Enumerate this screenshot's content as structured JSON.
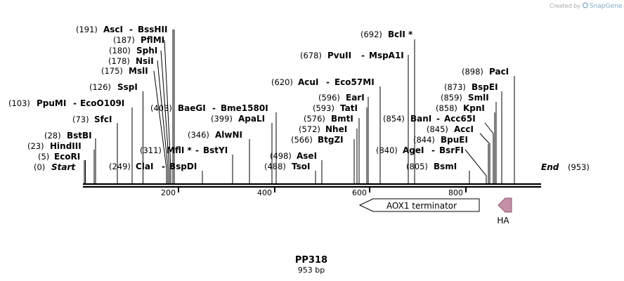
{
  "watermark": {
    "prefix": "Created by",
    "brand": "SnapGene",
    "icon": "snapgene-logo-icon"
  },
  "sequence": {
    "name": "PP318",
    "length_label": "953 bp",
    "length": 953
  },
  "ends": {
    "start_pos": "(0)",
    "start_label": "Start",
    "end_label": "End",
    "end_pos": "(953)"
  },
  "ruler": {
    "ticks": [
      "200",
      "400",
      "600",
      "800"
    ]
  },
  "sites": [
    {
      "pos": "(5)",
      "name": "EcoRI"
    },
    {
      "pos": "(23)",
      "name": "HindIII"
    },
    {
      "pos": "(28)",
      "name": "BstBI"
    },
    {
      "pos": "(73)",
      "name": "SfcI"
    },
    {
      "pos": "(103)",
      "name": "PpuMI",
      "alt": "EcoO109I"
    },
    {
      "pos": "(126)",
      "name": "SspI"
    },
    {
      "pos": "(175)",
      "name": "MslI"
    },
    {
      "pos": "(178)",
      "name": "NsiI"
    },
    {
      "pos": "(180)",
      "name": "SphI"
    },
    {
      "pos": "(187)",
      "name": "PflMI"
    },
    {
      "pos": "(191)",
      "name": "AscI",
      "alt": "BssHII"
    },
    {
      "pos": "(249)",
      "name": "ClaI",
      "alt": "BspDI"
    },
    {
      "pos": "(311)",
      "name": "MflI *",
      "alt": "BstYI"
    },
    {
      "pos": "(346)",
      "name": "AlwNI"
    },
    {
      "pos": "(399)",
      "name": "ApaLI"
    },
    {
      "pos": "(403)",
      "name": "BaeGI",
      "alt": "Bme1580I"
    },
    {
      "pos": "(488)",
      "name": "TsoI"
    },
    {
      "pos": "(498)",
      "name": "AseI"
    },
    {
      "pos": "(566)",
      "name": "BtgZI"
    },
    {
      "pos": "(572)",
      "name": "NheI"
    },
    {
      "pos": "(576)",
      "name": "BmtI"
    },
    {
      "pos": "(593)",
      "name": "TatI"
    },
    {
      "pos": "(596)",
      "name": "EarI"
    },
    {
      "pos": "(620)",
      "name": "AcuI",
      "alt": "Eco57MI"
    },
    {
      "pos": "(678)",
      "name": "PvuII",
      "alt": "MspA1I"
    },
    {
      "pos": "(692)",
      "name": "BclI *"
    },
    {
      "pos": "(805)",
      "name": "BsmI"
    },
    {
      "pos": "(840)",
      "name": "AgeI",
      "alt": "BsrFI"
    },
    {
      "pos": "(844)",
      "name": "BpuEI"
    },
    {
      "pos": "(845)",
      "name": "AccI"
    },
    {
      "pos": "(854)",
      "name": "BanI",
      "alt": "Acc65I"
    },
    {
      "pos": "(858)",
      "name": "KpnI"
    },
    {
      "pos": "(859)",
      "name": "SmlI"
    },
    {
      "pos": "(873)",
      "name": "BspEI"
    },
    {
      "pos": "(898)",
      "name": "PacI"
    }
  ],
  "features": [
    {
      "label": "AOX1 terminator",
      "direction": "reverse",
      "color": "#ffffff"
    },
    {
      "label": "HA",
      "direction": "reverse",
      "color": "#c58fa8"
    }
  ],
  "colors": {
    "backbone": "#000000",
    "ha": "#c58fa8",
    "arrow_fill": "#ffffff",
    "watermark_brand": "#7fa8c9"
  }
}
